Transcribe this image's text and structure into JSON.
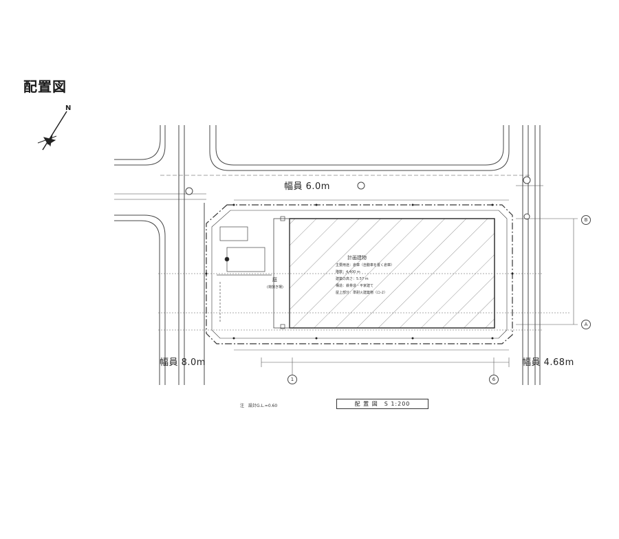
{
  "title": "配置図",
  "north": "N",
  "roads": {
    "top": "幅員 6.0m",
    "left": "幅員 8.0m",
    "right": "幅員 4.68m"
  },
  "building": {
    "label": "計画建物",
    "lines": [
      "主要用途：倉庫（自動車を置く倉庫）",
      "階数：4,400 m",
      "建築の高さ：5.57 m",
      "構造：鉄骨造・平家建て",
      "屋上部分：準耐火建築物（ロ-2）"
    ]
  },
  "yard": {
    "label": "庭",
    "sub": "(荷捌き場)"
  },
  "axes": {
    "a": "A",
    "b": "B",
    "one": "1",
    "six": "6"
  },
  "note": "注　設計G.L.=0.60",
  "scale": "配 置 図　S 1:200",
  "colors": {
    "line": "#444444",
    "hatch": "#666666"
  }
}
